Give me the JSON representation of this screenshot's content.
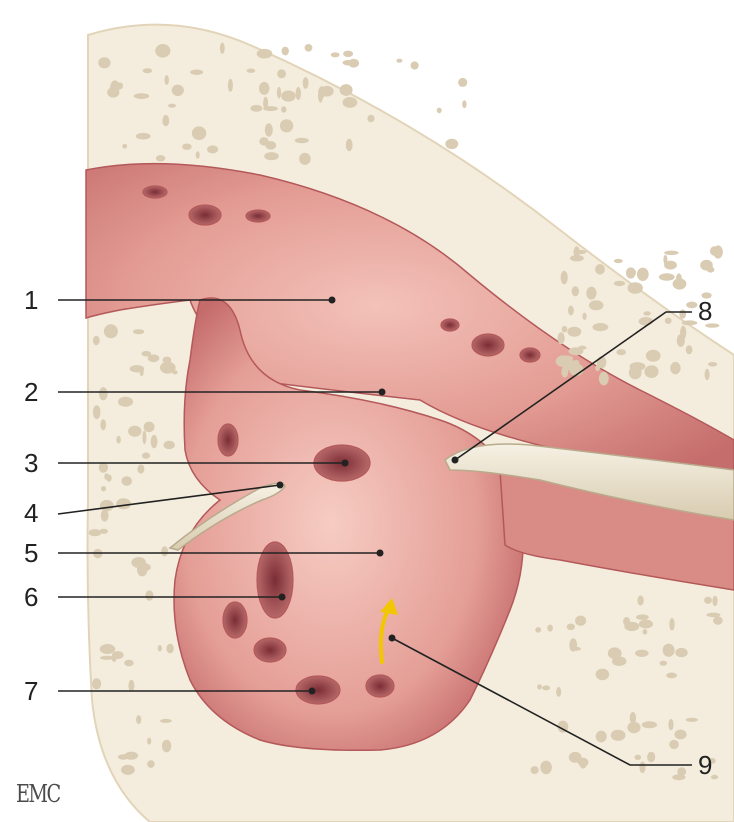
{
  "diagram": {
    "labels": [
      "1",
      "2",
      "3",
      "4",
      "5",
      "6",
      "7",
      "8",
      "9"
    ],
    "watermark": "EMC",
    "colors": {
      "bone": "#f4eddd",
      "bone_edge": "#e2d4b9",
      "bone_pore": "#d9ccb3",
      "mucosa": "#d98c86",
      "mucosa_light": "#efb2aa",
      "mucosa_dark": "#b4585a",
      "cavity": "#8f3d44",
      "arrow": "#f2c600",
      "leader": "#222222"
    }
  }
}
